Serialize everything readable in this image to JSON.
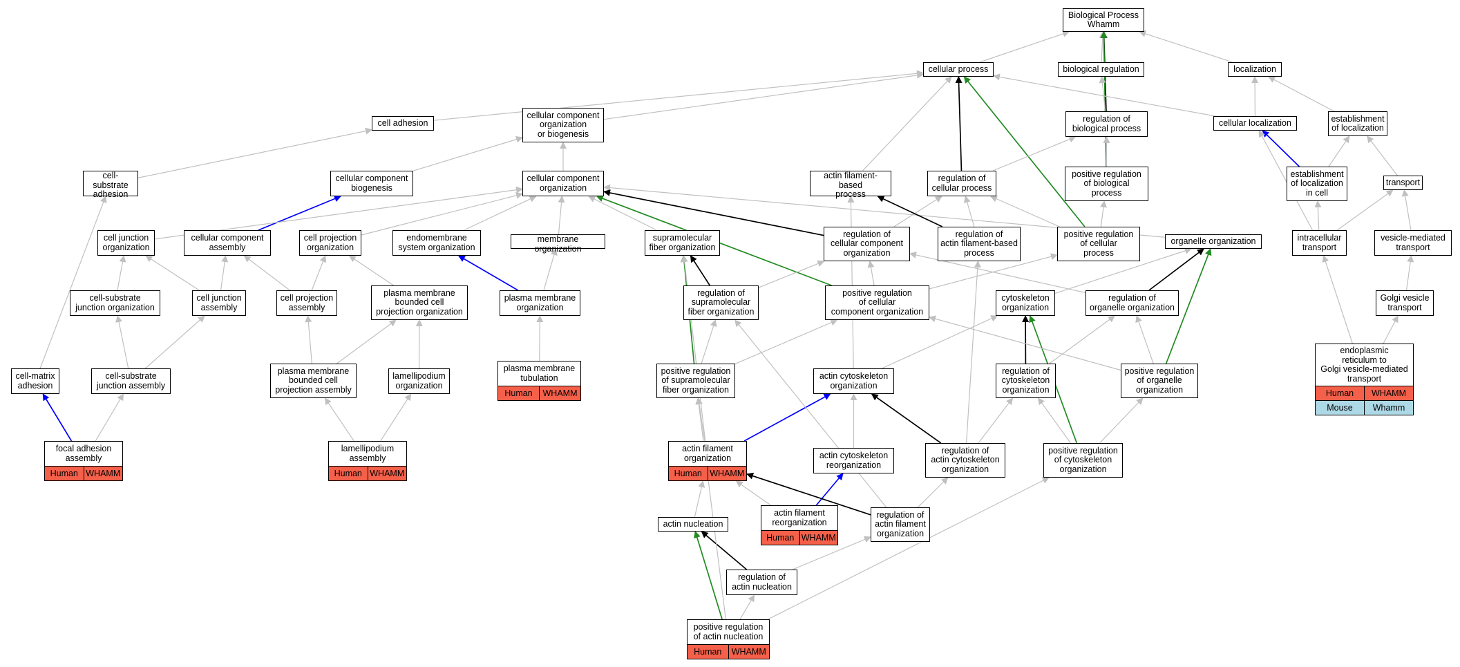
{
  "colors": {
    "gray": "#c0c0c0",
    "black": "#000000",
    "blue": "#0000ff",
    "green": "#228b22",
    "human": "#f4604a",
    "mouse": "#add8e6"
  },
  "nodes": [
    {
      "id": "bp",
      "label": "Biological Process\nWhamm"
    },
    {
      "id": "cp",
      "label": "cellular process"
    },
    {
      "id": "br",
      "label": "biological regulation"
    },
    {
      "id": "loc",
      "label": "localization"
    },
    {
      "id": "cadh",
      "label": "cell adhesion"
    },
    {
      "id": "ccob",
      "label": "cellular component\norganization\nor biogenesis"
    },
    {
      "id": "rbp",
      "label": "regulation of\nbiological process"
    },
    {
      "id": "cloc",
      "label": "cellular localization"
    },
    {
      "id": "eloc",
      "label": "establishment\nof localization"
    },
    {
      "id": "csa",
      "label": "cell-substrate\nadhesion"
    },
    {
      "id": "ccb",
      "label": "cellular component\nbiogenesis"
    },
    {
      "id": "cco",
      "label": "cellular component\norganization"
    },
    {
      "id": "afbp",
      "label": "actin filament-based\nprocess"
    },
    {
      "id": "rcp",
      "label": "regulation of\ncellular process"
    },
    {
      "id": "prbp",
      "label": "positive regulation\nof biological\nprocess"
    },
    {
      "id": "elc",
      "label": "establishment\nof localization\nin cell"
    },
    {
      "id": "trans",
      "label": "transport"
    },
    {
      "id": "cjo",
      "label": "cell junction\norganization"
    },
    {
      "id": "cca",
      "label": "cellular component\nassembly"
    },
    {
      "id": "cpo",
      "label": "cell projection\norganization"
    },
    {
      "id": "eso",
      "label": "endomembrane\nsystem organization"
    },
    {
      "id": "mo",
      "label": "membrane organization"
    },
    {
      "id": "sfo",
      "label": "supramolecular\nfiber organization"
    },
    {
      "id": "rcco",
      "label": "regulation of\ncellular component\norganization"
    },
    {
      "id": "rafbp",
      "label": "regulation of\nactin filament-based\nprocess"
    },
    {
      "id": "prcp",
      "label": "positive regulation\nof cellular\nprocess"
    },
    {
      "id": "oo",
      "label": "organelle organization"
    },
    {
      "id": "it",
      "label": "intracellular\ntransport"
    },
    {
      "id": "vmt",
      "label": "vesicle-mediated\ntransport"
    },
    {
      "id": "csjo",
      "label": "cell-substrate\njunction organization"
    },
    {
      "id": "cja",
      "label": "cell junction\nassembly"
    },
    {
      "id": "cpa",
      "label": "cell projection\nassembly"
    },
    {
      "id": "pmbcpo",
      "label": "plasma membrane\nbounded cell\nprojection organization"
    },
    {
      "id": "pmo",
      "label": "plasma membrane\norganization"
    },
    {
      "id": "rsfo",
      "label": "regulation of\nsupramolecular\nfiber organization"
    },
    {
      "id": "prcco",
      "label": "positive regulation\nof cellular\ncomponent organization"
    },
    {
      "id": "co",
      "label": "cytoskeleton\norganization"
    },
    {
      "id": "roo",
      "label": "regulation of\norganelle organization"
    },
    {
      "id": "gvt",
      "label": "Golgi vesicle\ntransport"
    },
    {
      "id": "cma",
      "label": "cell-matrix\nadhesion"
    },
    {
      "id": "csja",
      "label": "cell-substrate\njunction assembly"
    },
    {
      "id": "pmbcpa",
      "label": "plasma membrane\nbounded cell\nprojection assembly"
    },
    {
      "id": "lo",
      "label": "lamellipodium\norganization"
    },
    {
      "id": "pmt",
      "label": "plasma membrane\ntubulation",
      "tags": [
        {
          "label": "Human",
          "color": "human"
        },
        {
          "label": "WHAMM",
          "color": "human"
        }
      ]
    },
    {
      "id": "prsfo",
      "label": "positive regulation\nof supramolecular\nfiber organization"
    },
    {
      "id": "aco",
      "label": "actin cytoskeleton\norganization"
    },
    {
      "id": "rco",
      "label": "regulation of\ncytoskeleton\norganization"
    },
    {
      "id": "proo",
      "label": "positive regulation\nof organelle\norganization"
    },
    {
      "id": "ertg",
      "label": "endoplasmic\nreticulum to\nGolgi vesicle-mediated\ntransport",
      "tags": [
        {
          "label": "Human",
          "color": "human"
        },
        {
          "label": "WHAMM",
          "color": "human"
        }
      ],
      "tags2": [
        {
          "label": "Mouse",
          "color": "mouse"
        },
        {
          "label": "Whamm",
          "color": "mouse"
        }
      ]
    },
    {
      "id": "faa",
      "label": "focal adhesion\nassembly",
      "tags": [
        {
          "label": "Human",
          "color": "human"
        },
        {
          "label": "WHAMM",
          "color": "human"
        }
      ]
    },
    {
      "id": "la",
      "label": "lamellipodium\nassembly",
      "tags": [
        {
          "label": "Human",
          "color": "human"
        },
        {
          "label": "WHAMM",
          "color": "human"
        }
      ]
    },
    {
      "id": "afo",
      "label": "actin filament\norganization",
      "tags": [
        {
          "label": "Human",
          "color": "human"
        },
        {
          "label": "WHAMM",
          "color": "human"
        }
      ]
    },
    {
      "id": "acr",
      "label": "actin cytoskeleton\nreorganization"
    },
    {
      "id": "raco",
      "label": "regulation of\nactin cytoskeleton\norganization"
    },
    {
      "id": "prco",
      "label": "positive regulation\nof cytoskeleton\norganization"
    },
    {
      "id": "afr",
      "label": "actin filament\nreorganization",
      "tags": [
        {
          "label": "Human",
          "color": "human"
        },
        {
          "label": "WHAMM",
          "color": "human"
        }
      ]
    },
    {
      "id": "rafo",
      "label": "regulation of\nactin filament\norganization"
    },
    {
      "id": "an",
      "label": "actin nucleation"
    },
    {
      "id": "ran",
      "label": "regulation of\nactin nucleation"
    },
    {
      "id": "pran",
      "label": "positive regulation\nof actin nucleation",
      "tags": [
        {
          "label": "Human",
          "color": "human"
        },
        {
          "label": "WHAMM",
          "color": "human"
        }
      ]
    }
  ],
  "edges": [
    [
      "cp",
      "bp",
      "gray"
    ],
    [
      "br",
      "bp",
      "gray"
    ],
    [
      "loc",
      "bp",
      "gray"
    ],
    [
      "rbp",
      "bp",
      "black"
    ],
    [
      "prbp",
      "bp",
      "green"
    ],
    [
      "cadh",
      "cp",
      "gray"
    ],
    [
      "ccob",
      "cp",
      "gray"
    ],
    [
      "cloc",
      "cp",
      "gray"
    ],
    [
      "afbp",
      "cp",
      "gray"
    ],
    [
      "rcp",
      "cp",
      "black"
    ],
    [
      "prcp",
      "cp",
      "green"
    ],
    [
      "rbp",
      "br",
      "gray"
    ],
    [
      "cloc",
      "loc",
      "gray"
    ],
    [
      "eloc",
      "loc",
      "gray"
    ],
    [
      "rcp",
      "rbp",
      "gray"
    ],
    [
      "prbp",
      "rbp",
      "gray"
    ],
    [
      "elc",
      "cloc",
      "blue"
    ],
    [
      "elc",
      "eloc",
      "gray"
    ],
    [
      "trans",
      "eloc",
      "gray"
    ],
    [
      "csa",
      "cadh",
      "gray"
    ],
    [
      "ccb",
      "ccob",
      "gray"
    ],
    [
      "cco",
      "ccob",
      "gray"
    ],
    [
      "cca",
      "ccb",
      "blue"
    ],
    [
      "cjo",
      "cco",
      "gray"
    ],
    [
      "cpo",
      "cco",
      "gray"
    ],
    [
      "eso",
      "cco",
      "gray"
    ],
    [
      "mo",
      "cco",
      "gray"
    ],
    [
      "sfo",
      "cco",
      "gray"
    ],
    [
      "oo",
      "cco",
      "gray"
    ],
    [
      "rcco",
      "cco",
      "black"
    ],
    [
      "prcco",
      "cco",
      "green"
    ],
    [
      "rcco",
      "rcp",
      "gray"
    ],
    [
      "rafbp",
      "rcp",
      "gray"
    ],
    [
      "prcp",
      "rcp",
      "gray"
    ],
    [
      "rafbp",
      "afbp",
      "black"
    ],
    [
      "aco",
      "afbp",
      "gray"
    ],
    [
      "prcp",
      "prbp",
      "gray"
    ],
    [
      "it",
      "elc",
      "gray"
    ],
    [
      "it",
      "trans",
      "gray"
    ],
    [
      "vmt",
      "trans",
      "gray"
    ],
    [
      "it",
      "cloc",
      "gray"
    ],
    [
      "cma",
      "csa",
      "gray"
    ],
    [
      "csjo",
      "cjo",
      "gray"
    ],
    [
      "cja",
      "cjo",
      "gray"
    ],
    [
      "cja",
      "cca",
      "gray"
    ],
    [
      "cpa",
      "cca",
      "gray"
    ],
    [
      "cpa",
      "cpo",
      "gray"
    ],
    [
      "pmbcpo",
      "cpo",
      "gray"
    ],
    [
      "pmo",
      "eso",
      "blue"
    ],
    [
      "pmo",
      "mo",
      "gray"
    ],
    [
      "rsfo",
      "sfo",
      "black"
    ],
    [
      "prsfo",
      "sfo",
      "green"
    ],
    [
      "rsfo",
      "rcco",
      "gray"
    ],
    [
      "prcco",
      "rcco",
      "gray"
    ],
    [
      "roo",
      "rcco",
      "gray"
    ],
    [
      "prcco",
      "prcp",
      "gray"
    ],
    [
      "co",
      "oo",
      "gray"
    ],
    [
      "roo",
      "oo",
      "black"
    ],
    [
      "proo",
      "oo",
      "green"
    ],
    [
      "gvt",
      "vmt",
      "gray"
    ],
    [
      "csja",
      "csjo",
      "gray"
    ],
    [
      "csja",
      "cja",
      "gray"
    ],
    [
      "pmbcpa",
      "cpa",
      "gray"
    ],
    [
      "pmbcpa",
      "pmbcpo",
      "gray"
    ],
    [
      "lo",
      "pmbcpo",
      "gray"
    ],
    [
      "pmt",
      "pmo",
      "gray"
    ],
    [
      "prsfo",
      "rsfo",
      "gray"
    ],
    [
      "prsfo",
      "prcco",
      "gray"
    ],
    [
      "aco",
      "co",
      "gray"
    ],
    [
      "rco",
      "co",
      "black"
    ],
    [
      "prco",
      "co",
      "green"
    ],
    [
      "rco",
      "roo",
      "gray"
    ],
    [
      "proo",
      "roo",
      "gray"
    ],
    [
      "proo",
      "prcco",
      "gray"
    ],
    [
      "ertg",
      "gvt",
      "gray"
    ],
    [
      "ertg",
      "it",
      "gray"
    ],
    [
      "faa",
      "cma",
      "blue"
    ],
    [
      "faa",
      "csja",
      "gray"
    ],
    [
      "la",
      "pmbcpa",
      "gray"
    ],
    [
      "la",
      "lo",
      "gray"
    ],
    [
      "afo",
      "prsfo",
      "gray"
    ],
    [
      "afo",
      "aco",
      "blue"
    ],
    [
      "afo",
      "sfo",
      "gray"
    ],
    [
      "acr",
      "aco",
      "gray"
    ],
    [
      "raco",
      "aco",
      "black"
    ],
    [
      "raco",
      "rco",
      "gray"
    ],
    [
      "prco",
      "rco",
      "gray"
    ],
    [
      "prco",
      "proo",
      "gray"
    ],
    [
      "raco",
      "rafbp",
      "gray"
    ],
    [
      "afr",
      "acr",
      "blue"
    ],
    [
      "afr",
      "afo",
      "gray"
    ],
    [
      "rafo",
      "afo",
      "black"
    ],
    [
      "rafo",
      "raco",
      "gray"
    ],
    [
      "rafo",
      "rsfo",
      "gray"
    ],
    [
      "an",
      "afo",
      "gray"
    ],
    [
      "ran",
      "an",
      "black"
    ],
    [
      "ran",
      "rafo",
      "gray"
    ],
    [
      "pran",
      "an",
      "green"
    ],
    [
      "pran",
      "ran",
      "gray"
    ],
    [
      "pran",
      "prco",
      "gray"
    ],
    [
      "pran",
      "prsfo",
      "gray"
    ]
  ]
}
